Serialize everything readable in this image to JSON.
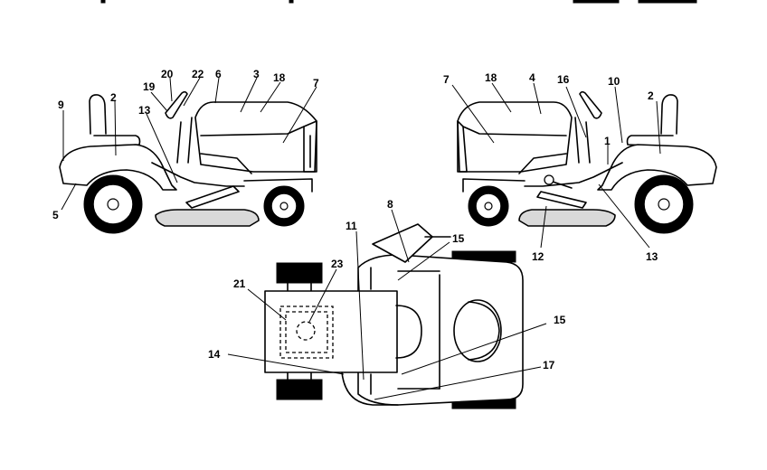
{
  "diagram": {
    "left_view_labels": [
      "9",
      "2",
      "19",
      "20",
      "22",
      "6",
      "3",
      "18",
      "7",
      "13",
      "5"
    ],
    "right_view_labels": [
      "7",
      "18",
      "4",
      "16",
      "10",
      "2",
      "1",
      "13",
      "12"
    ],
    "top_view_labels": [
      "8",
      "11",
      "15",
      "23",
      "21",
      "14",
      "15",
      "17"
    ]
  }
}
